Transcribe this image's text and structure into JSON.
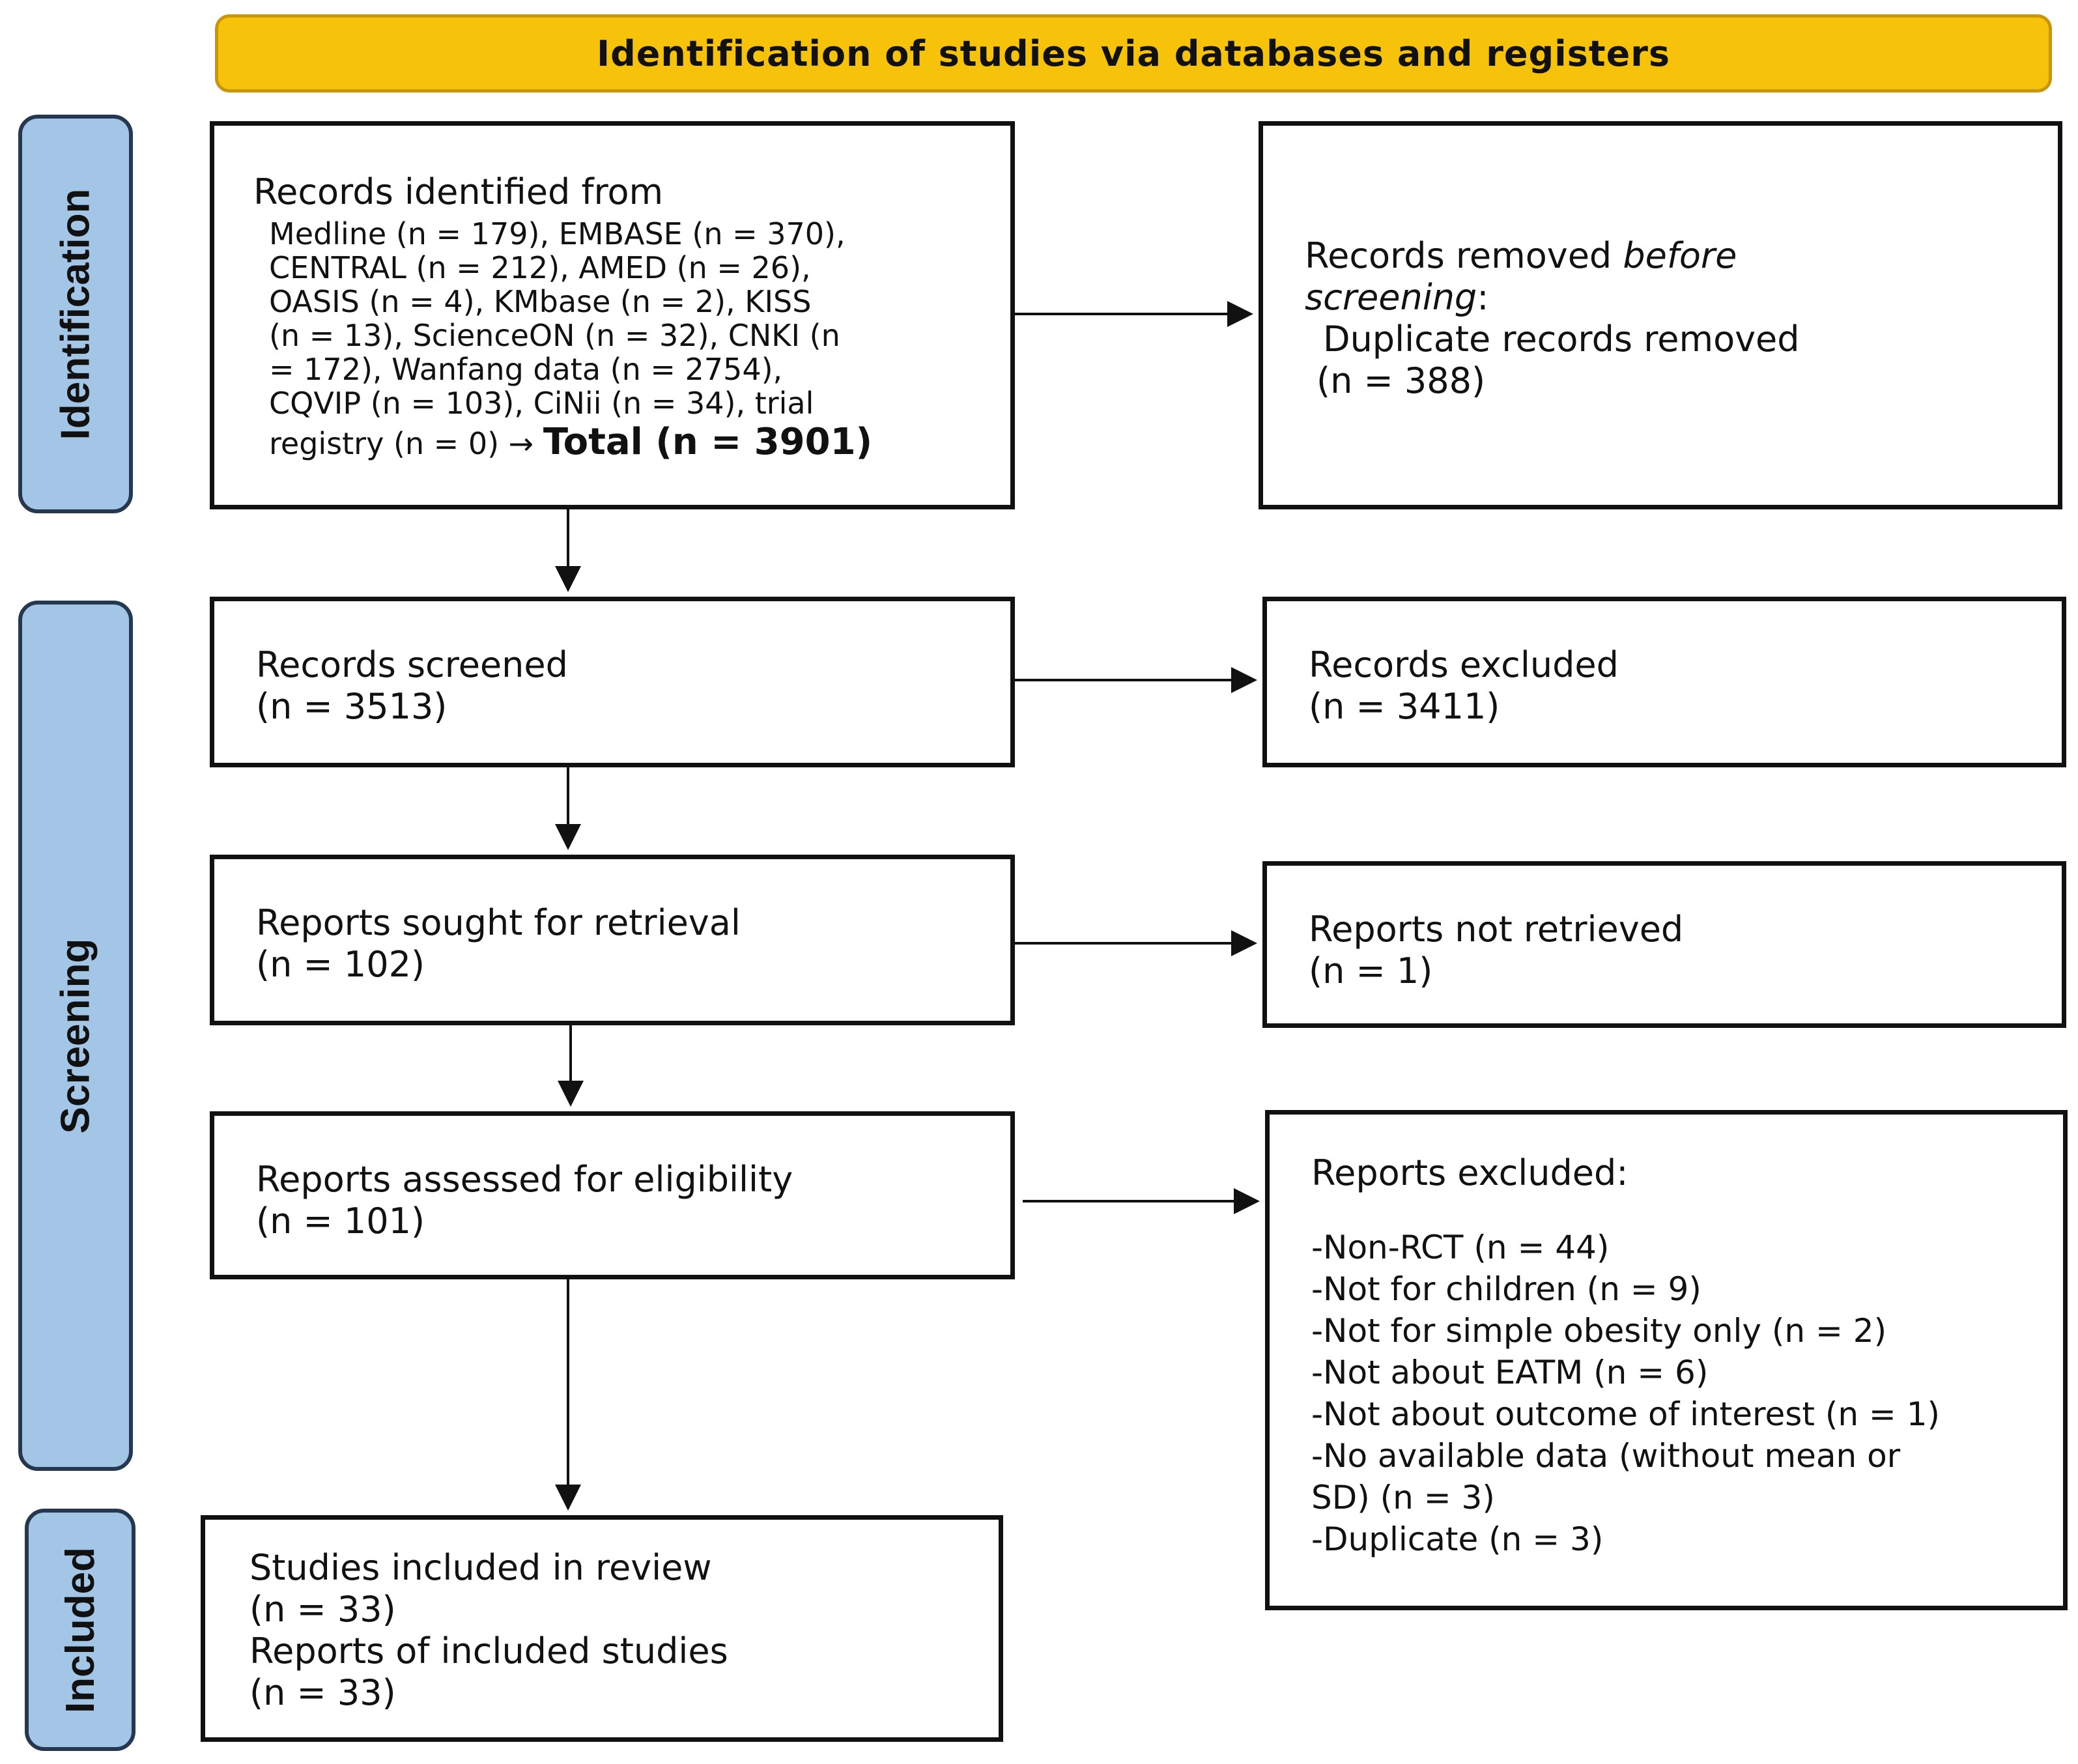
{
  "header": "Identification of studies via databases and registers",
  "stages": {
    "identification": "Identification",
    "screening": "Screening",
    "included": "Included"
  },
  "identified": {
    "title": "Records identified from",
    "sources": [
      "Medline (n = 179), EMBASE (n = 370),",
      "CENTRAL (n = 212), AMED (n = 26),",
      "OASIS (n = 4), KMbase (n = 2), KISS",
      "(n = 13), ScienceON (n = 32), CNKI (n",
      "= 172), Wanfang data (n = 2754),",
      "CQVIP (n = 103), CiNii (n = 34), trial"
    ],
    "last_source": "registry (n = 0) → ",
    "total": "Total (n = 3901)"
  },
  "removed": {
    "line1_a": "Records removed ",
    "line1_b": "before",
    "line2_a": "screening",
    "line2_b": ":",
    "line3": "Duplicate records removed",
    "line4": "(n = 388)"
  },
  "screened": {
    "title": "Records screened",
    "count": "(n = 3513)"
  },
  "excluded": {
    "title": "Records excluded",
    "count": "(n = 3411)"
  },
  "sought": {
    "title": "Reports sought for retrieval",
    "count": "(n = 102)"
  },
  "not_retrieved": {
    "title": "Reports not retrieved",
    "count": "(n = 1)"
  },
  "assessed": {
    "title": "Reports assessed for eligibility",
    "count": "(n = 101)"
  },
  "reports_excluded": {
    "title": "Reports excluded:",
    "reasons": [
      "-Non-RCT (n = 44)",
      "-Not for children (n = 9)",
      "-Not for simple obesity only (n = 2)",
      "-Not about EATM (n = 6)",
      "-Not about outcome of interest (n = 1)",
      "-No available data (without mean or",
      "SD) (n = 3)",
      "-Duplicate (n = 3)"
    ]
  },
  "included": {
    "studies": "Studies included in review",
    "studies_count": "(n = 33)",
    "reports": "Reports of included studies",
    "reports_count": "(n = 33)"
  }
}
